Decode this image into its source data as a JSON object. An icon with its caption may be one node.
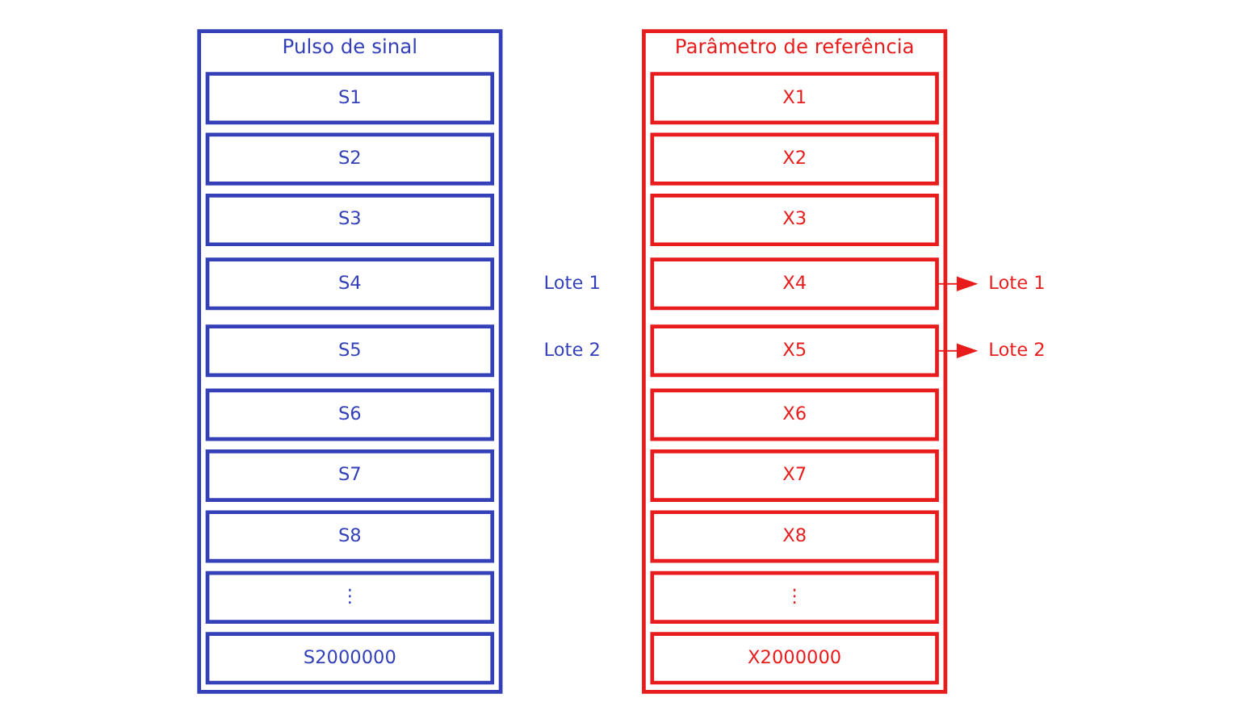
{
  "diagram": {
    "nodes": [
      {
        "text": [
          "Pulso de sinal"
        ]
      },
      {
        "text": [
          "S1"
        ],
        "in": 0
      },
      {
        "text": [
          "S2"
        ],
        "in": 0
      },
      {
        "text": [
          "S3"
        ],
        "in": 0
      },
      {
        "text": [
          "S4"
        ],
        "in": 0
      },
      {
        "text": [
          "S5"
        ],
        "in": 0
      },
      {
        "text": [
          "S6"
        ],
        "in": 0
      },
      {
        "text": [
          "S7"
        ],
        "in": 0
      },
      {
        "text": [
          "S8"
        ],
        "in": 0
      },
      {
        "text": [
          "⋮"
        ],
        "in": 0
      },
      {
        "text": [
          "S2000000"
        ],
        "in": 0
      },
      {
        "text": [
          "Parâmetro de referência"
        ]
      },
      {
        "text": [
          "X1"
        ],
        "in": 11
      },
      {
        "text": [
          "X2"
        ],
        "in": 11
      },
      {
        "text": [
          "X3"
        ],
        "in": 11
      },
      {
        "text": [
          "X4"
        ],
        "in": 11
      },
      {
        "text": [
          "X5"
        ],
        "in": 11
      },
      {
        "text": [
          "X6"
        ],
        "in": 11
      },
      {
        "text": [
          "X7"
        ],
        "in": 11
      },
      {
        "text": [
          "X8"
        ],
        "in": 11
      },
      {
        "text": [
          "⋮"
        ],
        "in": 11
      },
      {
        "text": [
          "X2000000"
        ],
        "in": 11
      },
      {
        "text": [
          "Lote 1"
        ]
      },
      {
        "text": [
          "Lote 2"
        ]
      }
    ],
    "edges": [
      {
        "from": 15,
        "to": 22,
        "arrow": "to"
      },
      {
        "from": 16,
        "to": 23,
        "arrow": "to"
      }
    ],
    "labels": [
      "Lote 1",
      "Lote 2"
    ]
  }
}
